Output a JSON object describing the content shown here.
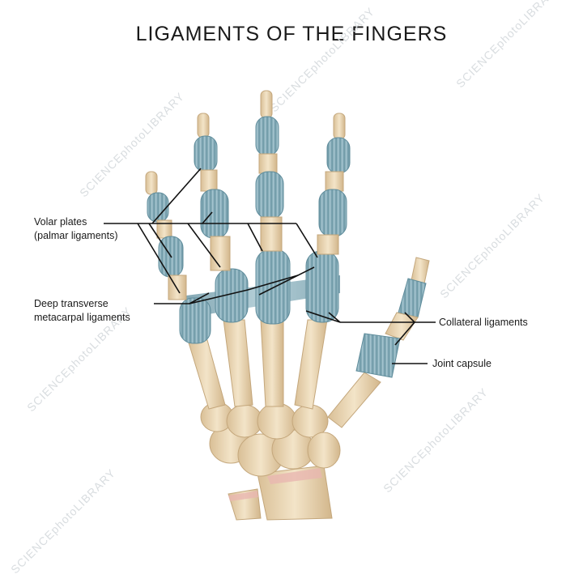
{
  "title": "LIGAMENTS OF THE FINGERS",
  "labels": {
    "volar_line1": "Volar plates",
    "volar_line2": "(palmar ligaments)",
    "deep_line1": "Deep transverse",
    "deep_line2": "metacarpal ligaments",
    "collateral": "Collateral ligaments",
    "capsule": "Joint capsule"
  },
  "watermark": "SCIENCEphotoLIBRARY",
  "colors": {
    "bone": "#ead7b5",
    "bone_shadow": "#c9ae86",
    "ligament": "#8fb3bf",
    "ligament_dark": "#5f8c9b",
    "leader": "#111111"
  }
}
